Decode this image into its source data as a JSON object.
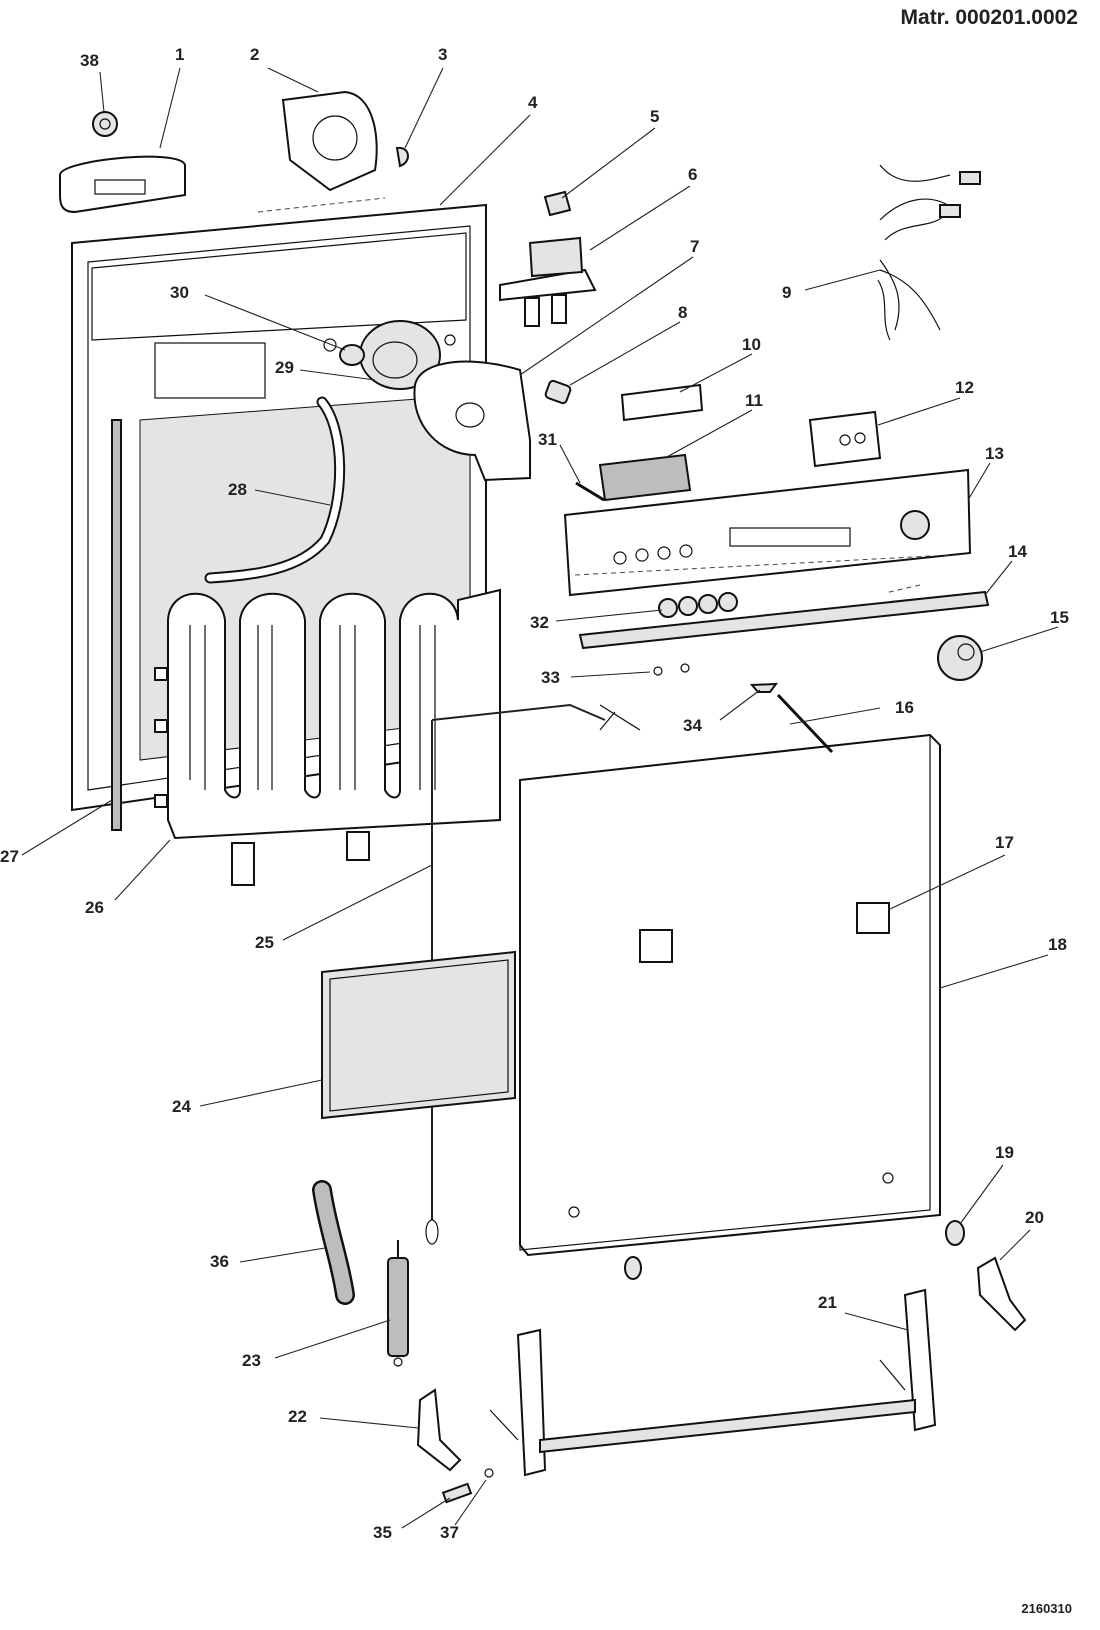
{
  "header": {
    "material_code": "Matr. 000201.0002"
  },
  "footer": {
    "drawing_code": "2160310"
  },
  "callouts": [
    {
      "id": "38"
    },
    {
      "id": "1"
    },
    {
      "id": "2"
    },
    {
      "id": "3"
    },
    {
      "id": "4"
    },
    {
      "id": "5"
    },
    {
      "id": "6"
    },
    {
      "id": "7"
    },
    {
      "id": "8"
    },
    {
      "id": "9"
    },
    {
      "id": "10"
    },
    {
      "id": "11"
    },
    {
      "id": "12"
    },
    {
      "id": "13"
    },
    {
      "id": "14"
    },
    {
      "id": "15"
    },
    {
      "id": "16"
    },
    {
      "id": "17"
    },
    {
      "id": "18"
    },
    {
      "id": "19"
    },
    {
      "id": "20"
    },
    {
      "id": "21"
    },
    {
      "id": "22"
    },
    {
      "id": "23"
    },
    {
      "id": "24"
    },
    {
      "id": "25"
    },
    {
      "id": "26"
    },
    {
      "id": "27"
    },
    {
      "id": "28"
    },
    {
      "id": "29"
    },
    {
      "id": "30"
    },
    {
      "id": "31"
    },
    {
      "id": "32"
    },
    {
      "id": "33"
    },
    {
      "id": "34"
    },
    {
      "id": "35"
    },
    {
      "id": "36"
    },
    {
      "id": "37"
    }
  ]
}
